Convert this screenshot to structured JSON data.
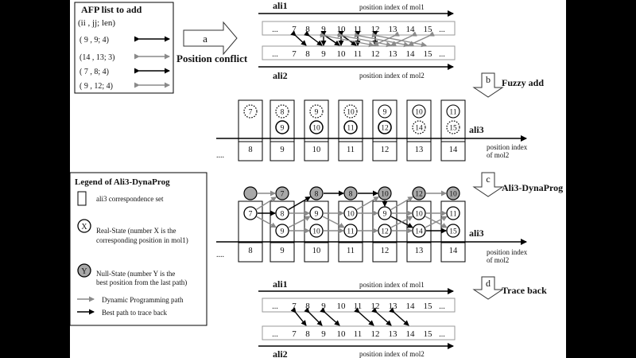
{
  "afp": {
    "title": "AFP list to add",
    "header": "(ii  ,  jj;   len)",
    "rows": [
      {
        "text": "( 9 ,  9;   4)",
        "arrow": "black"
      },
      {
        "text": "(14 , 13;   3)",
        "arrow": "gray"
      },
      {
        "text": "( 7 ,  8;   4)",
        "arrow": "black"
      },
      {
        "text": "( 9 , 12;   4)",
        "arrow": "gray"
      }
    ]
  },
  "step_a": {
    "letter": "a",
    "caption": "Position conflict"
  },
  "step_b": {
    "letter": "b",
    "caption": "Fuzzy add"
  },
  "step_c": {
    "letter": "c",
    "caption": "Ali3-DynaProg"
  },
  "step_d": {
    "letter": "d",
    "caption": "Trace back"
  },
  "ali1_label": "ali1",
  "ali2_label": "ali2",
  "ali3_label": "ali3",
  "pos_mol1": "position index of mol1",
  "pos_mol2": "position index of mol2",
  "pos_mol2_line1": "position index",
  "pos_mol2_line2": "of mol2",
  "ellipsis": "...",
  "bottom_ellipsis": "....",
  "top_seq": [
    "7",
    "8",
    "9",
    "10",
    "11",
    "12",
    "13",
    "14",
    "15"
  ],
  "bottom_seq": [
    "7",
    "8",
    "9",
    "10",
    "11",
    "12",
    "13",
    "14",
    "15"
  ],
  "ali3_index": [
    "8",
    "9",
    "10",
    "11",
    "12",
    "13",
    "14"
  ],
  "fuzzy_top": [
    "7",
    "8",
    "9",
    "10",
    "9",
    "10",
    "11"
  ],
  "fuzzy_bottom": [
    "",
    "9",
    "10",
    "11",
    "12",
    "14",
    "15"
  ],
  "dp_null": [
    "",
    "7",
    "8",
    "8",
    "10",
    "12",
    "10"
  ],
  "dp_row1": [
    "7",
    "8",
    "9",
    "10",
    "9",
    "10",
    "11"
  ],
  "dp_row2": [
    "",
    "9",
    "10",
    "11",
    "12",
    "14",
    "15"
  ],
  "legend": {
    "title": "Legend of Ali3-DynaProg",
    "set_label": "ali3 correspondence set",
    "real_symbol": "X",
    "real_line1": "Real-State (number X is the",
    "real_line2": "corresponding position in mol1)",
    "null_symbol": "Y",
    "null_line1": "Null-State (number Y is the",
    "null_line2": "best position from the last path)",
    "dp_path": "Dynamic Programming path",
    "best_path": "Best path to trace back"
  },
  "colors": {
    "gray_arrow": "#8a8a8a",
    "black_arrow": "#000000",
    "null_fill": "#a8a8a8",
    "background": "#000000"
  }
}
